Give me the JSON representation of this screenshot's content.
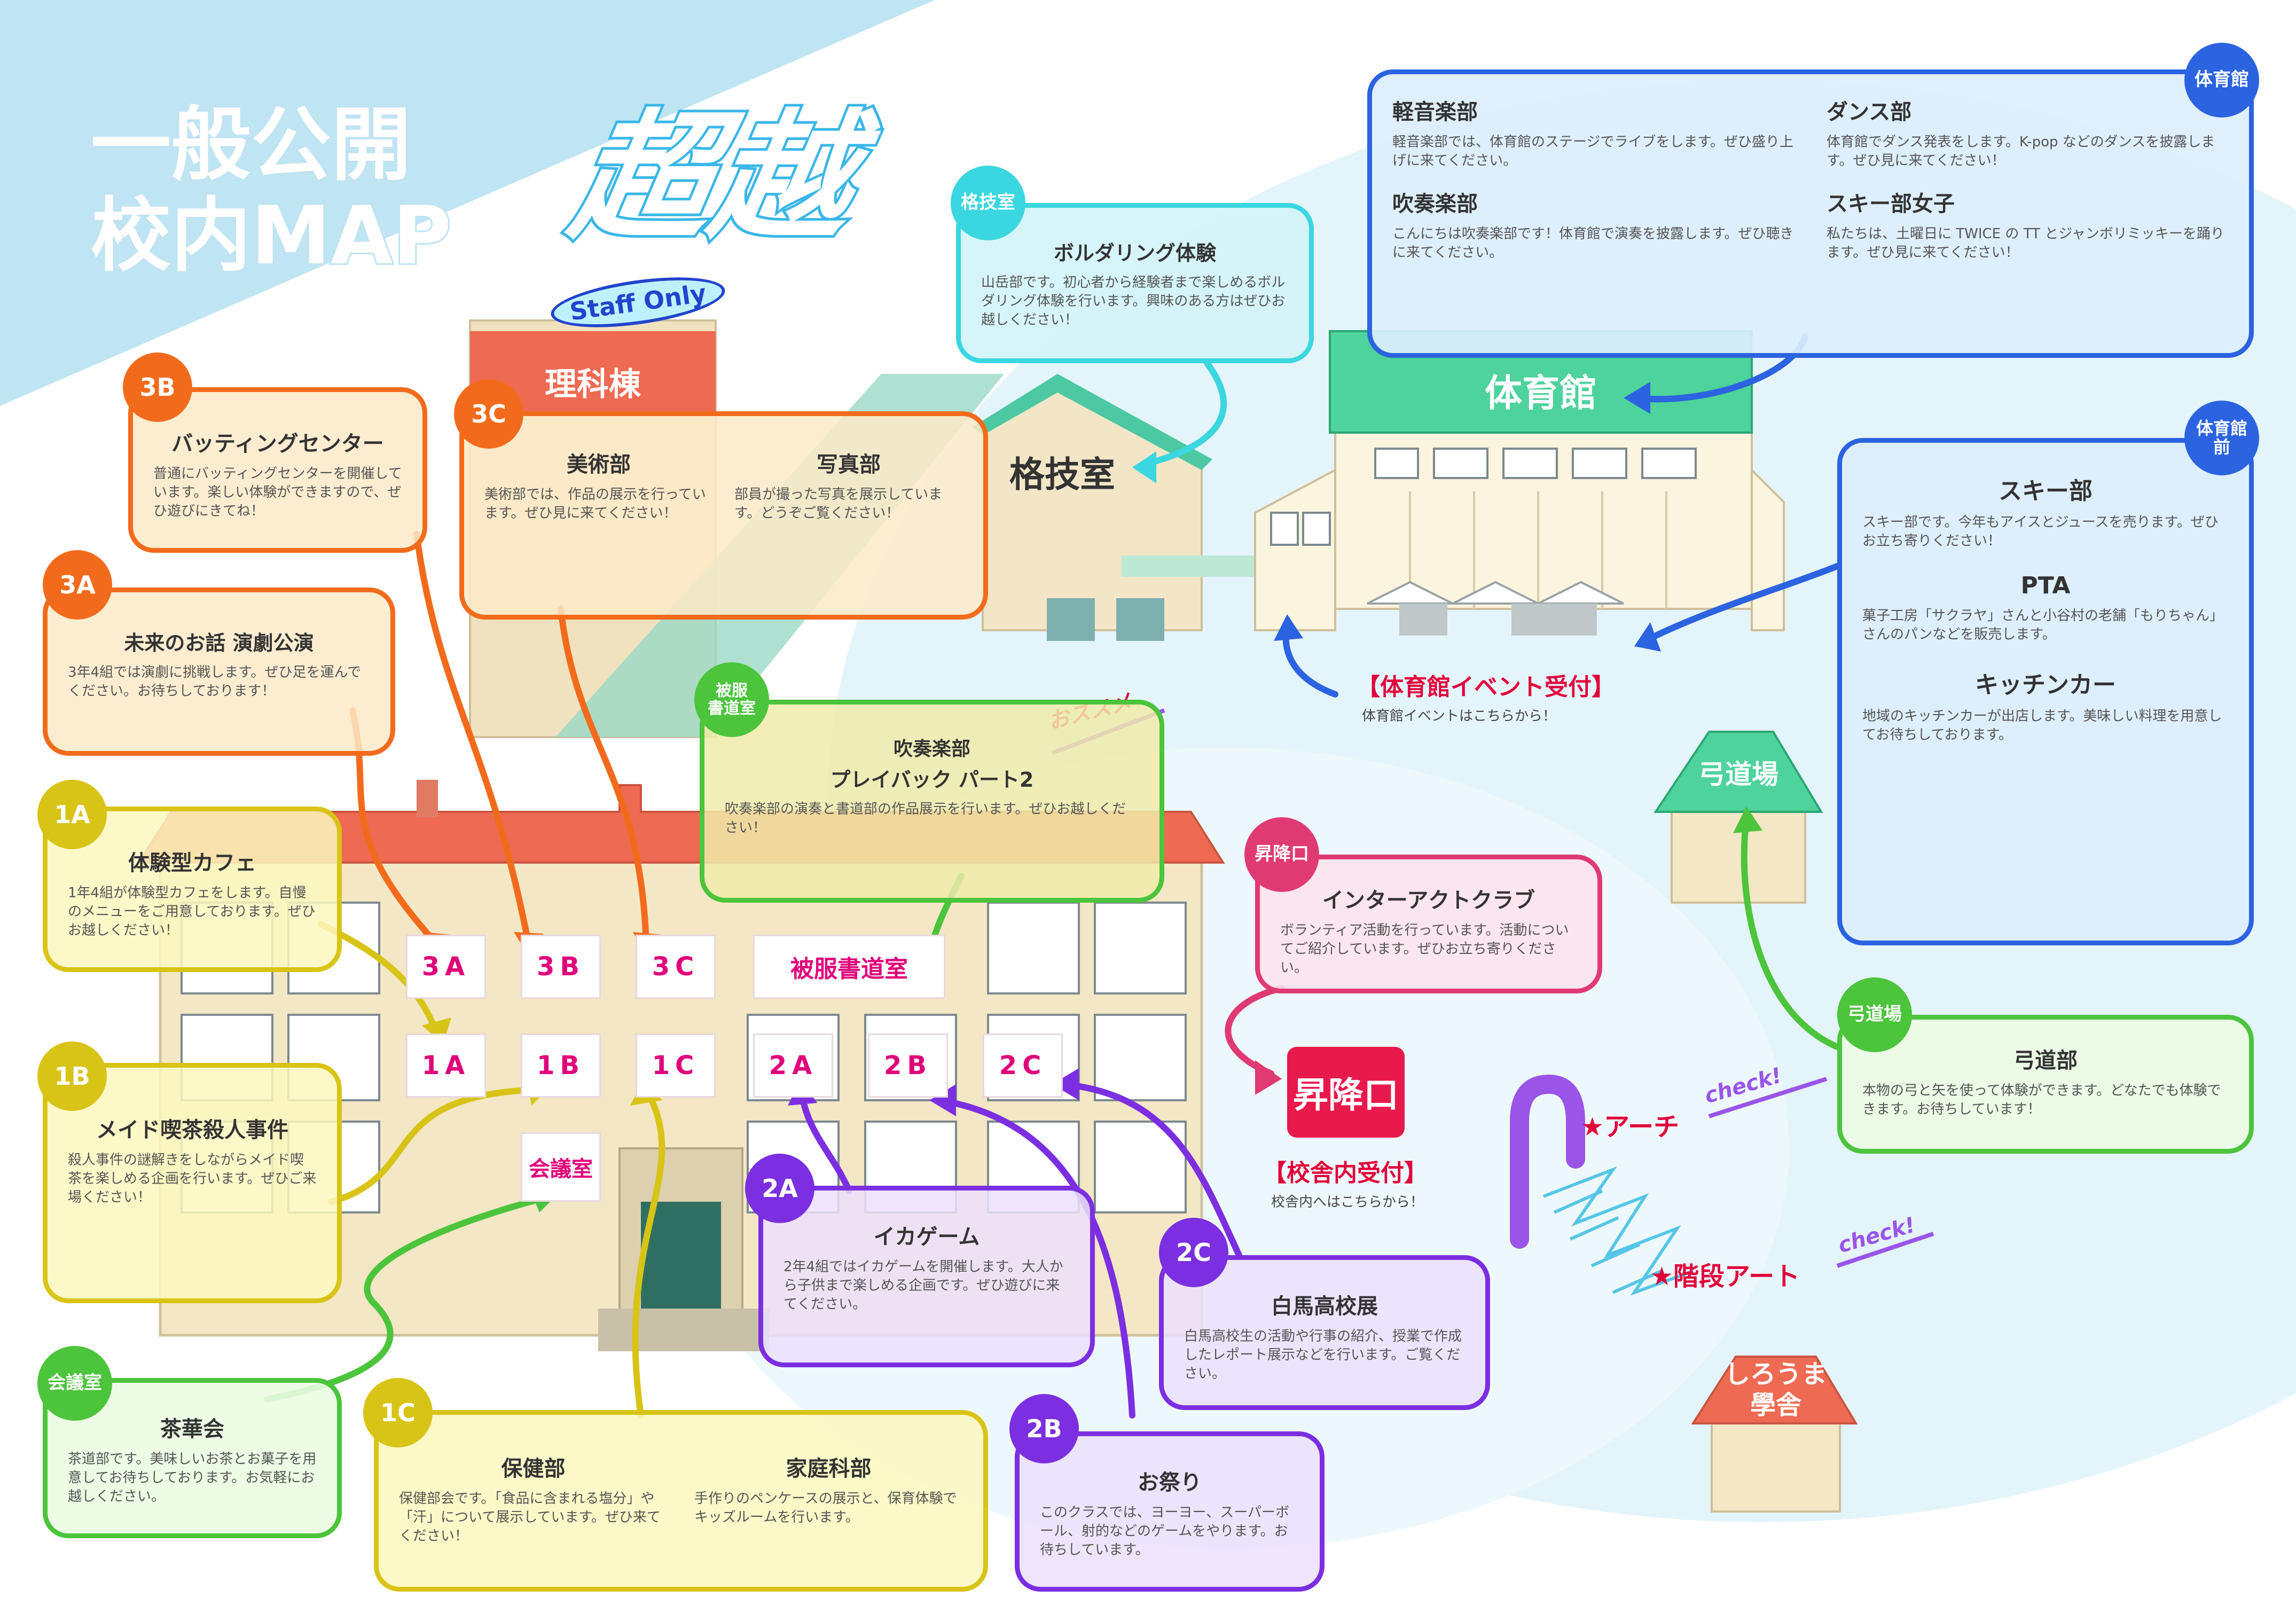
{
  "title": {
    "line1": "一般公開",
    "line2": "校内MAP",
    "slogan": "超越"
  },
  "staff_only": "Staff Only",
  "buildings": {
    "rika": "理科棟",
    "kakugi": "格技室",
    "taiikukan": "体育館",
    "kyudo": "弓道場",
    "shirouma_l1": "しろうま",
    "shirouma_l2": "學舎",
    "shokoguchi": "昇降口"
  },
  "rooms": {
    "r3a": "3A",
    "r3b": "3B",
    "r3c": "3C",
    "hifuku": "被服書道室",
    "r1a": "1A",
    "r1b": "1B",
    "r1c": "1C",
    "r2a": "2A",
    "r2b": "2B",
    "r2c": "2C",
    "kaigi": "会議室"
  },
  "receptions": {
    "gym_title": "【体育館イベント受付】",
    "gym_sub": "体育館イベントはこちらから！",
    "school_title": "【校舎内受付】",
    "school_sub": "校舎内へはこちらから！"
  },
  "outdoor": {
    "arch": "★アーチ",
    "stairs": "★階段アート",
    "check": "check!",
    "osusume": "おススメ"
  },
  "colors": {
    "sky": "#bfe5f3",
    "orange": "#f26b1d",
    "yellow": "#d8c417",
    "green": "#4cc43c",
    "purple": "#7b2fe0",
    "blue": "#2b63e0",
    "cyan": "#3ad7e0",
    "pink": "#e03a72",
    "roof": "#ee6a52"
  },
  "cards": {
    "c3b": {
      "badge": "3B",
      "title": "バッティングセンター",
      "desc": "普通にバッティングセンターを開催しています。楽しい体験ができますので、ぜひ遊びにきてね！"
    },
    "c3c": {
      "badge": "3C",
      "title1": "美術部",
      "desc1": "美術部では、作品の展示を行っています。ぜひ見に来てください！",
      "title2": "写真部",
      "desc2": "部員が撮った写真を展示しています。どうぞご覧ください！"
    },
    "c3a": {
      "badge": "3A",
      "title": "未来のお話 演劇公演",
      "desc": "3年4組では演劇に挑戦します。ぜひ足を運んでください。お待ちしております！"
    },
    "c1a": {
      "badge": "1A",
      "title": "体験型カフェ",
      "desc": "1年4組が体験型カフェをします。自慢のメニューをご用意しております。ぜひお越しください！"
    },
    "c1b": {
      "badge": "1B",
      "title": "メイド喫茶殺人事件",
      "desc": "殺人事件の謎解きをしながらメイド喫茶を楽しめる企画を行います。ぜひご来場ください！"
    },
    "ckaigi": {
      "badge": "会議室",
      "title": "茶華会",
      "desc": "茶道部です。美味しいお茶とお菓子を用意してお待ちしております。お気軽にお越しください。"
    },
    "c1c": {
      "badge": "1C",
      "title1": "保健部",
      "desc1": "保健部会です。「食品に含まれる塩分」や「汗」について展示しています。ぜひ来てください！",
      "title2": "家庭科部",
      "desc2": "手作りのペンケースの展示と、保育体験でキッズルームを行います。"
    },
    "c2a": {
      "badge": "2A",
      "title": "イカゲーム",
      "desc": "2年4組ではイカゲームを開催します。大人から子供まで楽しめる企画です。ぜひ遊びに来てください。"
    },
    "c2b": {
      "badge": "2B",
      "title": "お祭り",
      "desc": "このクラスでは、ヨーヨー、スーパーボール、射的などのゲームをやります。お待ちしています。"
    },
    "c2c": {
      "badge": "2C",
      "title": "白馬高校展",
      "desc": "白馬高校生の活動や行事の紹介、授業で作成したレポート展示などを行います。ご覧ください。"
    },
    "chifuku": {
      "badge_l1": "被服",
      "badge_l2": "書道室",
      "title1": "吹奏楽部",
      "title2": "プレイバック パート2",
      "desc": "吹奏楽部の演奏と書道部の作品展示を行います。ぜひお越しください！"
    },
    "ckakugi": {
      "badge": "格技室",
      "title": "ボルダリング体験",
      "desc": "山岳部です。初心者から経験者まで楽しめるボルダリング体験を行います。興味のある方はぜひお越しください！"
    },
    "cshoko": {
      "badge": "昇降口",
      "title": "インターアクトクラブ",
      "desc": "ボランティア活動を行っています。活動についてご紹介しています。ぜひお立ち寄りください。"
    },
    "cgym": {
      "badge": "体育館",
      "t1": "軽音楽部",
      "d1": "軽音楽部では、体育館のステージでライブをします。ぜひ盛り上げに来てください。",
      "t2": "ダンス部",
      "d2": "体育館でダンス発表をします。K-pop などのダンスを披露します。ぜひ見に来てください！",
      "t3": "吹奏楽部",
      "d3": "こんにちは吹奏楽部です！体育館で演奏を披露します。ぜひ聴きに来てください。",
      "t4": "スキー部女子",
      "d4": "私たちは、土曜日に TWICE の TT とジャンボリミッキーを踊ります。ぜひ見に来てください！"
    },
    "cfront": {
      "badge_l1": "体育館",
      "badge_l2": "前",
      "t1": "スキー部",
      "d1": "スキー部です。今年もアイスとジュースを売ります。ぜひお立ち寄りください！",
      "t2": "PTA",
      "d2": "菓子工房「サクラヤ」さんと小谷村の老舗「もりちゃん」さんのパンなどを販売します。",
      "t3": "キッチンカー",
      "d3": "地域のキッチンカーが出店します。美味しい料理を用意してお待ちしております。"
    },
    "ckyudo": {
      "badge": "弓道場",
      "title": "弓道部",
      "desc": "本物の弓と矢を使って体験ができます。どなたでも体験できます。お待ちしています！"
    }
  }
}
